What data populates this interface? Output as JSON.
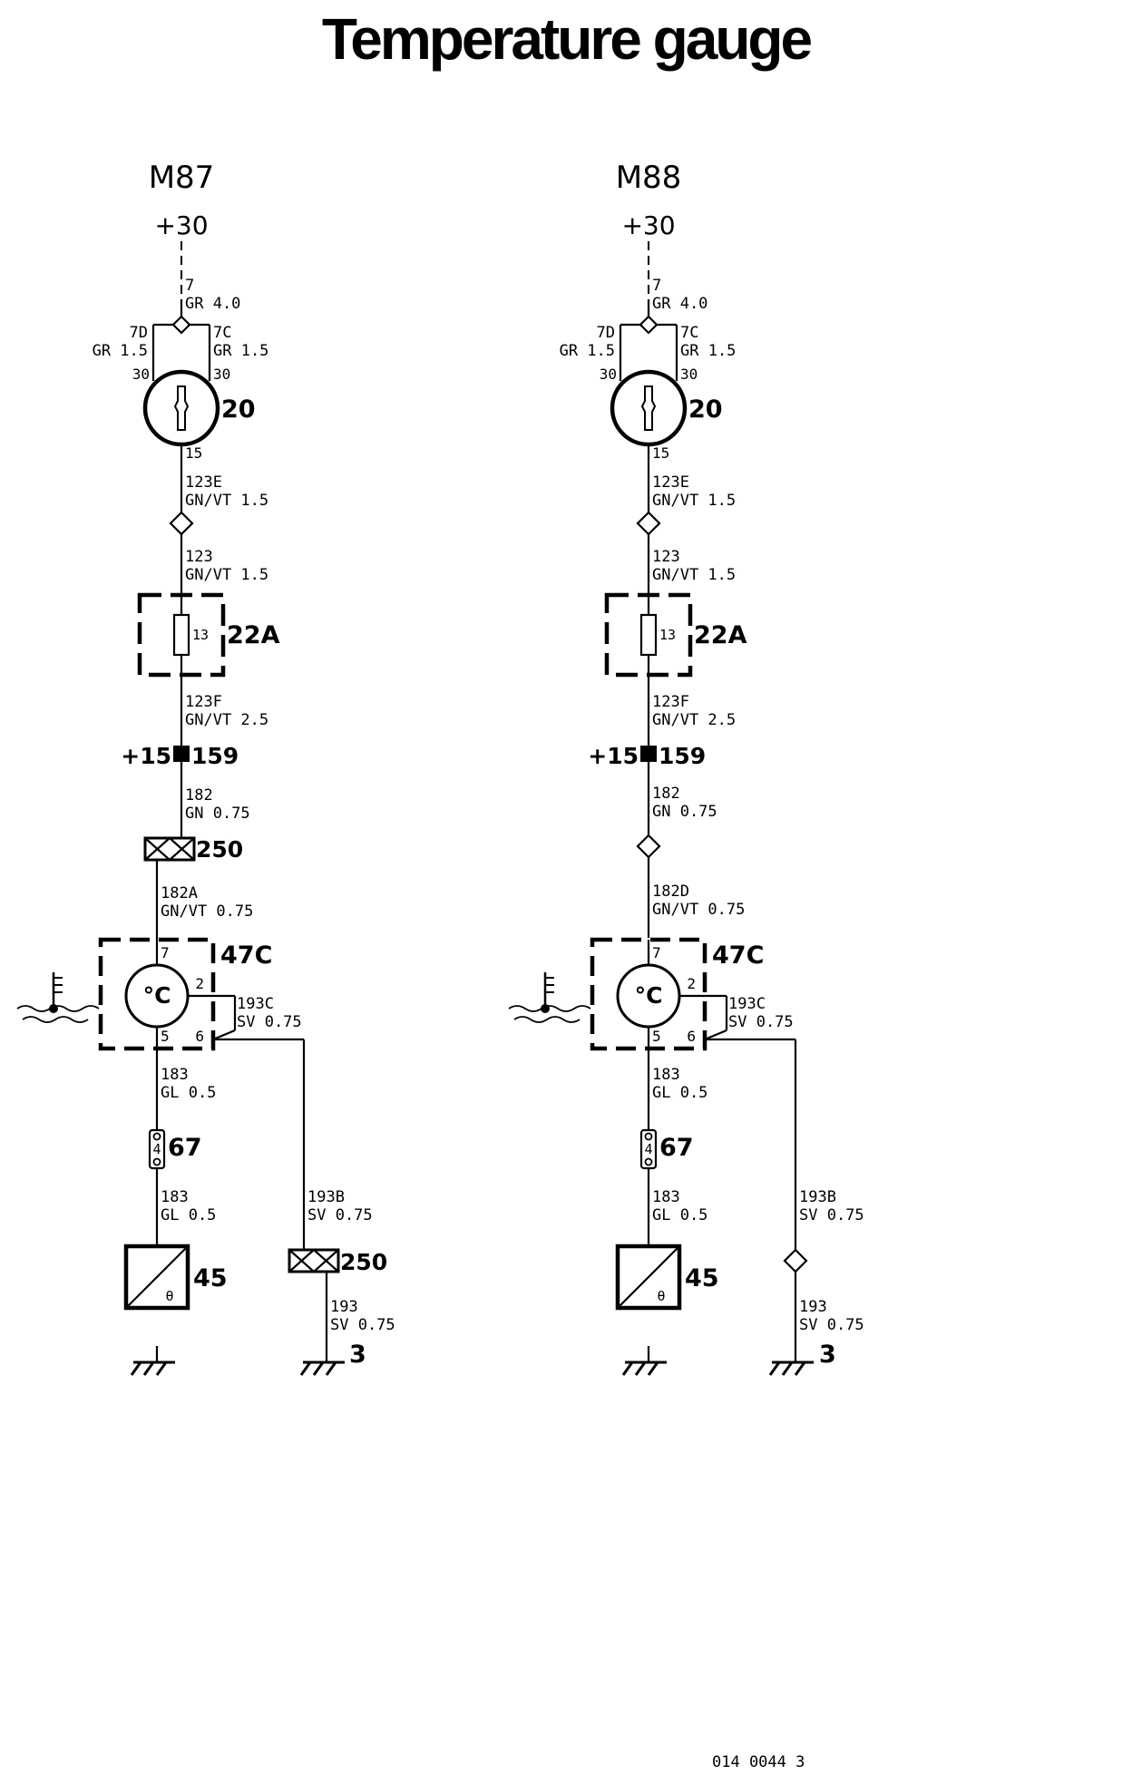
{
  "title": "Temperature gauge",
  "doc_number": "014 0044 3",
  "columns": [
    {
      "model": "M87",
      "supply": "+30",
      "w1": [
        "7",
        "GR 4.0"
      ],
      "w1l": [
        "7D",
        "GR 1.5"
      ],
      "w1r": [
        "7C",
        "GR 1.5"
      ],
      "pin_l": "30",
      "pin_r": "30",
      "ignition_id": "20",
      "pin_out": "15",
      "w2": [
        "123E",
        "GN/VT 1.5"
      ],
      "w3": [
        "123",
        "GN/VT 1.5"
      ],
      "fuse_num": "13",
      "fusebox_id": "22A",
      "w4": [
        "123F",
        "GN/VT 2.5"
      ],
      "node_left": "+15",
      "node_right": "159",
      "w5": [
        "182",
        "GN 0.75"
      ],
      "mid_conn": "250",
      "w6": [
        "182A",
        "GN/VT 0.75"
      ],
      "sender_id": "47C",
      "sender_symbol": "°C",
      "pin7": "7",
      "pin2": "2",
      "pin5": "5",
      "pin6": "6",
      "loop": [
        "193C",
        "SV 0.75"
      ],
      "w7": [
        "183",
        "GL 0.5"
      ],
      "fuse2_num": "4",
      "fuse2_id": "67",
      "w8": [
        "183",
        "GL 0.5"
      ],
      "gauge_id": "45",
      "gauge_symbol": "θ",
      "w9": [
        "193B",
        "SV 0.75"
      ],
      "low_conn": "250",
      "w10": [
        "193",
        "SV 0.75"
      ],
      "ground_num": "3"
    },
    {
      "model": "M88",
      "supply": "+30",
      "w1": [
        "7",
        "GR 4.0"
      ],
      "w1l": [
        "7D",
        "GR 1.5"
      ],
      "w1r": [
        "7C",
        "GR 1.5"
      ],
      "pin_l": "30",
      "pin_r": "30",
      "ignition_id": "20",
      "pin_out": "15",
      "w2": [
        "123E",
        "GN/VT 1.5"
      ],
      "w3": [
        "123",
        "GN/VT 1.5"
      ],
      "fuse_num": "13",
      "fusebox_id": "22A",
      "w4": [
        "123F",
        "GN/VT 2.5"
      ],
      "node_left": "+15",
      "node_right": "159",
      "w5": [
        "182",
        "GN 0.75"
      ],
      "mid_conn": "",
      "w6": [
        "182D",
        "GN/VT 0.75"
      ],
      "sender_id": "47C",
      "sender_symbol": "°C",
      "pin7": "7",
      "pin2": "2",
      "pin5": "5",
      "pin6": "6",
      "loop": [
        "193C",
        "SV 0.75"
      ],
      "w7": [
        "183",
        "GL 0.5"
      ],
      "fuse2_num": "4",
      "fuse2_id": "67",
      "w8": [
        "183",
        "GL 0.5"
      ],
      "gauge_id": "45",
      "gauge_symbol": "θ",
      "w9": [
        "193B",
        "SV 0.75"
      ],
      "low_conn": "",
      "w10": [
        "193",
        "SV 0.75"
      ],
      "ground_num": "3"
    }
  ]
}
